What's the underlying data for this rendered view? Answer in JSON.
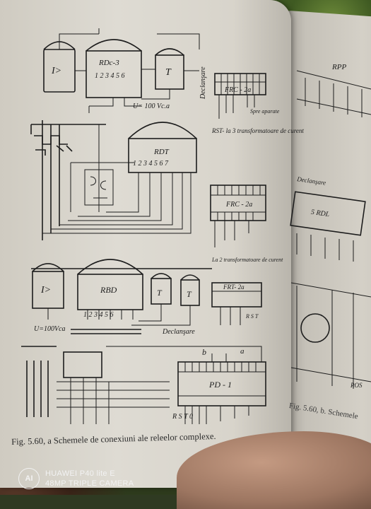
{
  "caption_left": "Fig. 5.60, a Schemele de conexiuni ale releelor complexe.",
  "caption_right": "Fig. 5.60, b. Schemele",
  "watermark": {
    "logo_text": "AI",
    "line1": "HUAWEI P40 lite E",
    "line2": "48MP TRIPLE CAMERA"
  },
  "diagram_labels": {
    "relay1_left": "I>",
    "relay1_mid": "RDc-3",
    "relay1_right": "T",
    "relay1_terms": "1 2 3 4 5 6",
    "relay1_voltage": "U= 100 Vc.a",
    "relay1_decl": "Declanşare",
    "frc_a": "FRC - 2a",
    "rst_note": "RST- la 3 transformatoare de curent",
    "spre": "Spre aparate",
    "rdt": "RDT",
    "rdt_terms": "1 2 3 4 5 6 7",
    "frc_b": "FRC - 2a",
    "frc_b_note": "La 2 transformatoare de curent",
    "relay3_left": "I>",
    "relay3_mid": "RBD",
    "relay3_t1": "T",
    "relay3_t2": "T",
    "relay3_terms": "1 2 3 4 5 6",
    "relay3_voltage": "U=100Vca",
    "relay3_decl": "Declanşare",
    "frt": "FRT- 2a",
    "rst_small": "R S T",
    "pd": "PD - 1",
    "rst_bottom": "R S T 0",
    "b_label": "b",
    "a_label": "a",
    "right_decl": "Declanşare",
    "right_rdl": "5 RDL",
    "right_rpp": "RPP",
    "right_ros": "ROS"
  }
}
